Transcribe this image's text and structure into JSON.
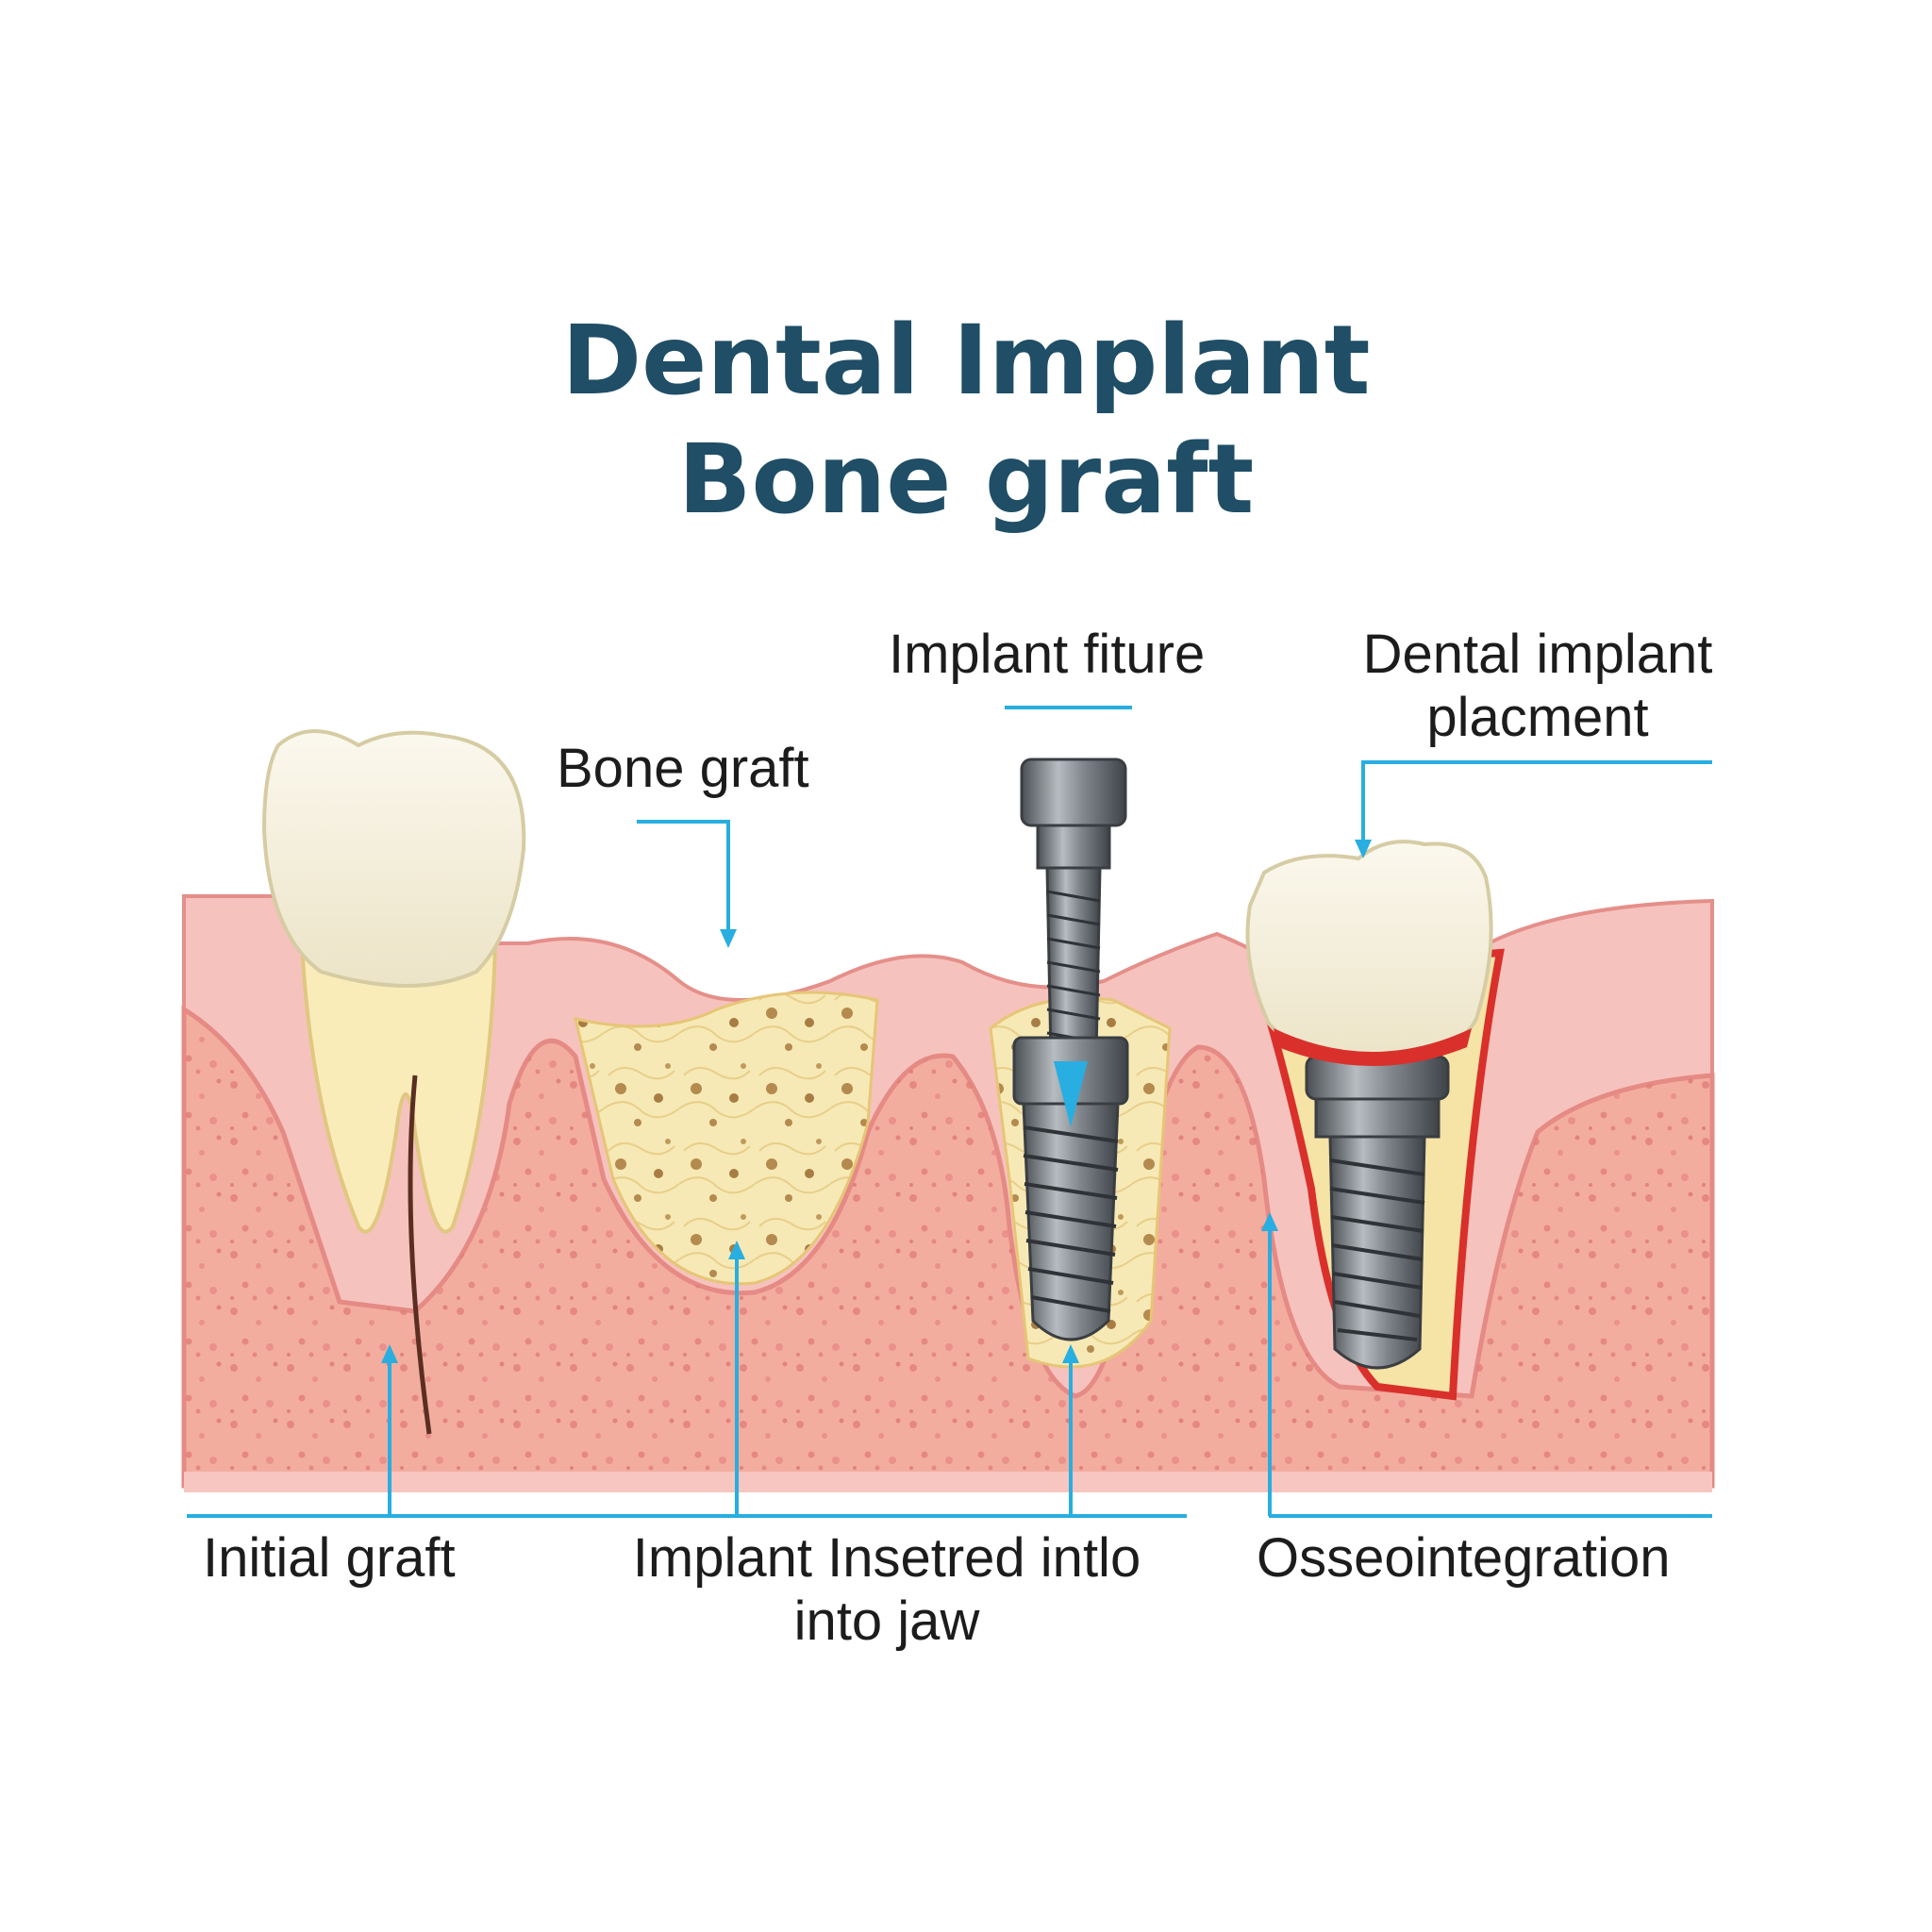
{
  "title": {
    "line1": "Dental Implant",
    "line2": "Bone graft"
  },
  "labels": {
    "bone_graft": "Bone graft",
    "implant_fixture": "Implant fiture",
    "dental_implant_placement_l1": "Dental implant",
    "dental_implant_placement_l2": "placment",
    "initial_graft": "Initial graft",
    "implant_inserted_l1": "Implant Insetred intlo",
    "implant_inserted_l2": "into jaw",
    "osseointegration": "Osseointegration"
  },
  "colors": {
    "title": "#1f4e66",
    "leader_line": "#28aee0",
    "gum": "#f1a6a2",
    "bone": "#f3ad9f",
    "graft": "#f6e9b5",
    "implant_metal": "#6e7378",
    "crown": "#fbf8ee"
  }
}
